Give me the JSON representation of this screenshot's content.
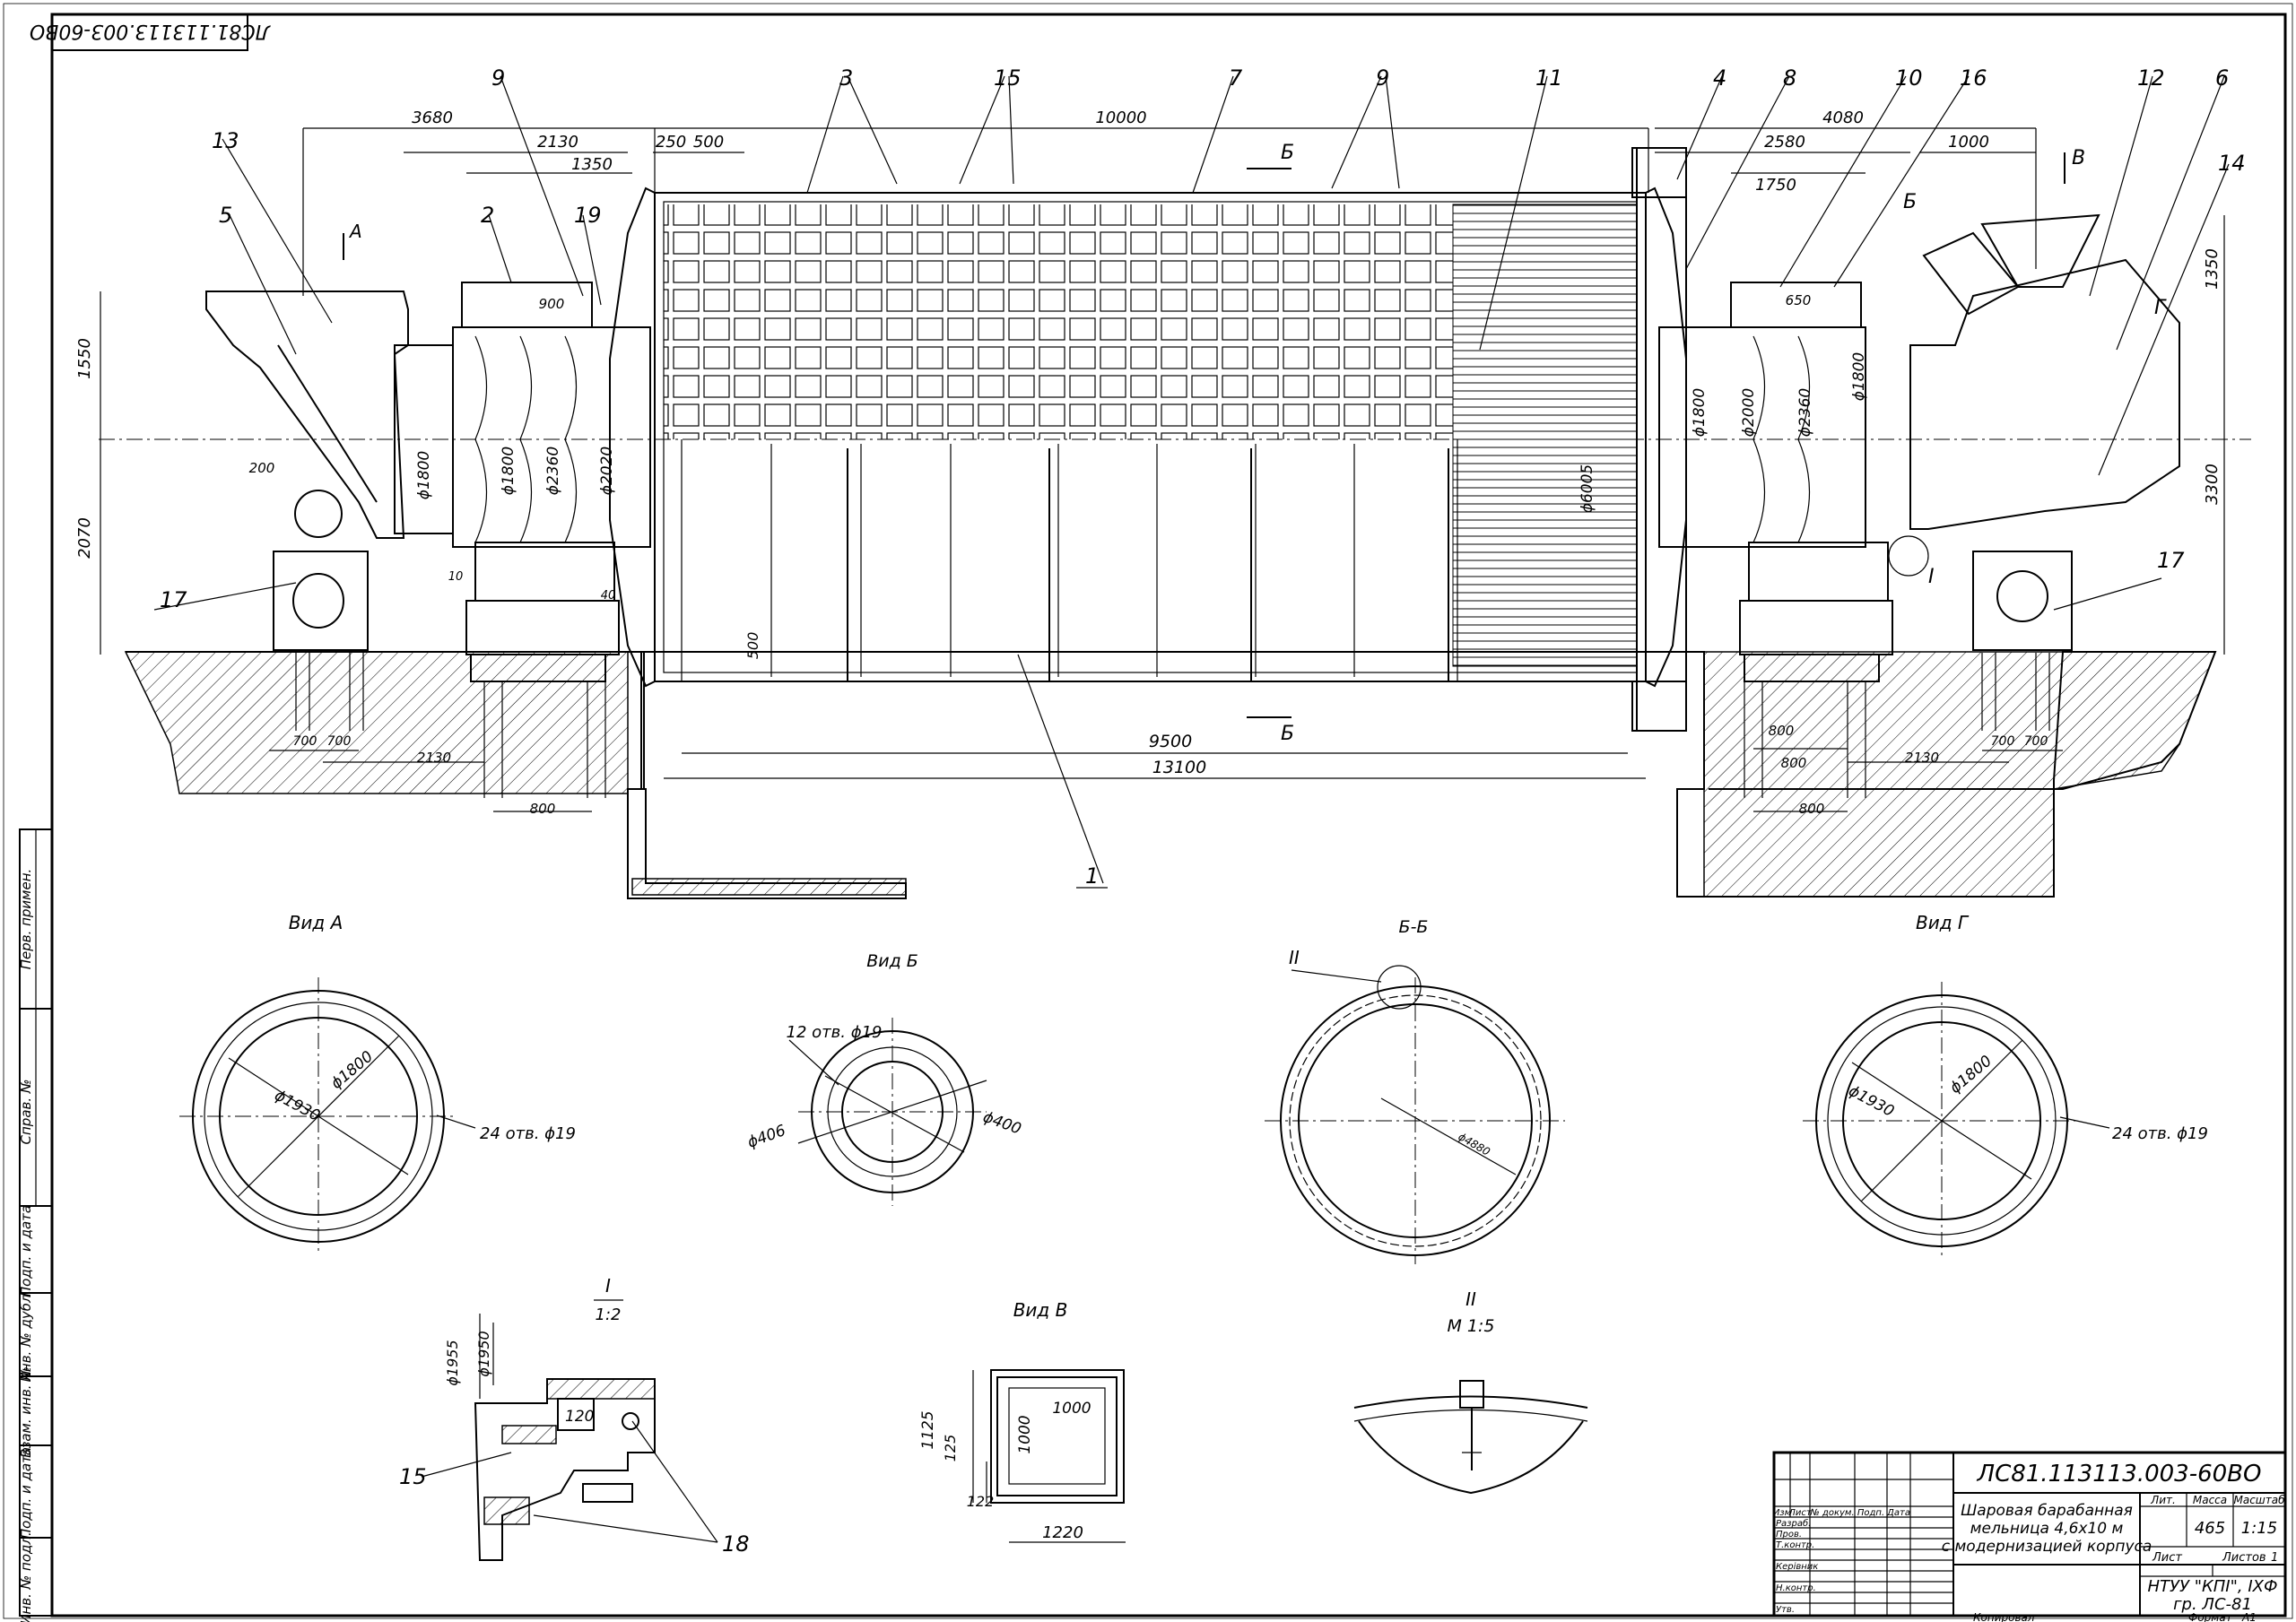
{
  "drawing": {
    "code_main": "ЛС81.113113.003-60ВО",
    "code_mirrored": "ЛС81.113113.003-60ВО",
    "title_lines": [
      "Шаровая барабанная",
      "мельница 4,6х10 м",
      "с модернизацией корпуса"
    ],
    "mass": "465",
    "scale": "1:15",
    "sheet_label": "Лист",
    "sheets_label": "Листов",
    "sheets_count": "1",
    "org_line1": "НТУУ \"КПІ\", ІХФ",
    "org_line2": "гр. ЛС-81",
    "format_label": "Формат",
    "format": "А1",
    "copied_label": "Копировал",
    "col_headers": [
      "Изм",
      "Лист",
      "№ докум.",
      "Подп.",
      "Дата"
    ],
    "col_meta": [
      "Лит.",
      "Масса",
      "Масштаб"
    ],
    "roles": [
      "Разраб.",
      "Пров.",
      "Т.контр.",
      "Керівник",
      "Н.контр.",
      "Утв."
    ],
    "side_stamps": [
      "Перв. примен.",
      "Справ. №",
      "Подп. и дата",
      "Инв. № дубл.",
      "Взам. инв. №",
      "Подп. и дата",
      "Инв. № подл."
    ]
  },
  "callouts": [
    "13",
    "5",
    "9",
    "2",
    "19",
    "3",
    "15",
    "7",
    "9",
    "11",
    "4",
    "8",
    "10",
    "16",
    "12",
    "6",
    "14",
    "17",
    "17",
    "1",
    "15",
    "18"
  ],
  "dimensions": {
    "top": [
      "3680",
      "2130",
      "1350",
      "250",
      "500",
      "10000",
      "4080",
      "2580",
      "1750",
      "1000"
    ],
    "left_vert": [
      "1550",
      "2070"
    ],
    "right_vert": [
      "1350",
      "3300"
    ],
    "inner": [
      "900",
      "650",
      "200",
      "10",
      "40",
      "500"
    ],
    "diameters": [
      "ϕ1800",
      "ϕ1800",
      "ϕ2360",
      "ϕ2020",
      "ϕ6005",
      "ϕ1800",
      "ϕ2000",
      "ϕ2360",
      "ϕ1800"
    ],
    "bottom": [
      "9500",
      "13100",
      "700",
      "700",
      "2130",
      "800",
      "800",
      "2130",
      "800",
      "700",
      "700",
      "800"
    ]
  },
  "section_marks": {
    "a": "А",
    "b": "Б",
    "b_lower": "Б",
    "b_right": "Б",
    "v": "В",
    "g": "Г",
    "detail_I": "I"
  },
  "views": {
    "view_a": {
      "title": "Вид А",
      "d_outer": "ϕ1930",
      "d_inner": "ϕ1800",
      "holes": "24 отв. ϕ19"
    },
    "view_b": {
      "title": "Вид Б",
      "holes": "12 отв. ϕ19",
      "d1": "ϕ406",
      "d2": "ϕ400"
    },
    "section_bb": {
      "title": "Б-Б",
      "detail": "II",
      "dim": "ϕ4880"
    },
    "view_g": {
      "title": "Вид Г",
      "d_outer": "ϕ1930",
      "d_inner": "ϕ1800",
      "holes": "24 отв. ϕ19"
    },
    "detail_1": {
      "title": "I",
      "scale": "1:2",
      "d1": "ϕ1955",
      "d2": "ϕ1950",
      "dim": "120"
    },
    "view_v": {
      "title": "Вид В",
      "w1": "1000",
      "h1": "1000",
      "h2": "1125",
      "h3": "125",
      "w2": "122",
      "w3": "1220"
    },
    "detail_2": {
      "title": "II",
      "scale": "М 1:5"
    }
  }
}
